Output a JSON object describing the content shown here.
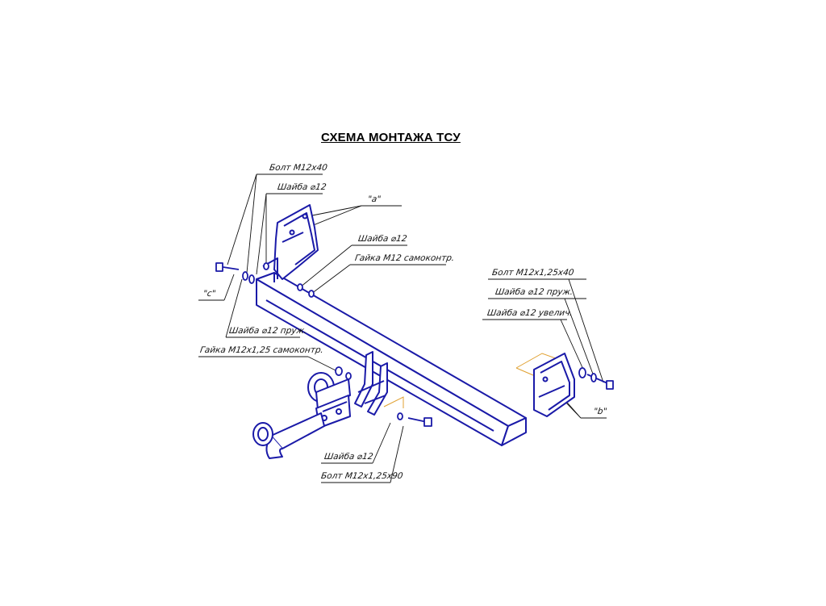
{
  "title": "СХЕМА МОНТАЖА ТСУ",
  "colors": {
    "part_outline": "#1a1aa8",
    "part_outline_dark": "#0c0c7a",
    "leader_line": "#111111",
    "bumper_outline": "#e0a030"
  },
  "labels": {
    "bolt_m12x40": "Болт М12х40",
    "washer_12_a": "Шайба ⌀12",
    "mark_a": "\"а\"",
    "washer_12_b": "Шайба ⌀12",
    "nut_m12_self": "Гайка М12 самоконтр.",
    "mark_c": "\"с\"",
    "washer_12_spring_left": "Шайба ⌀12 пруж.",
    "nut_m12x125_self": "Гайка М12х1,25 самоконтр.",
    "bolt_m12x125x40": "Болт М12х1,25х40",
    "washer_12_spring_right": "Шайба ⌀12 пруж.",
    "washer_12_enlarged": "Шайба ⌀12 увелич.",
    "mark_b": "\"b\"",
    "washer_12_bottom": "Шайба ⌀12",
    "bolt_m12x125x90": "Болт М12х1,25х90"
  }
}
